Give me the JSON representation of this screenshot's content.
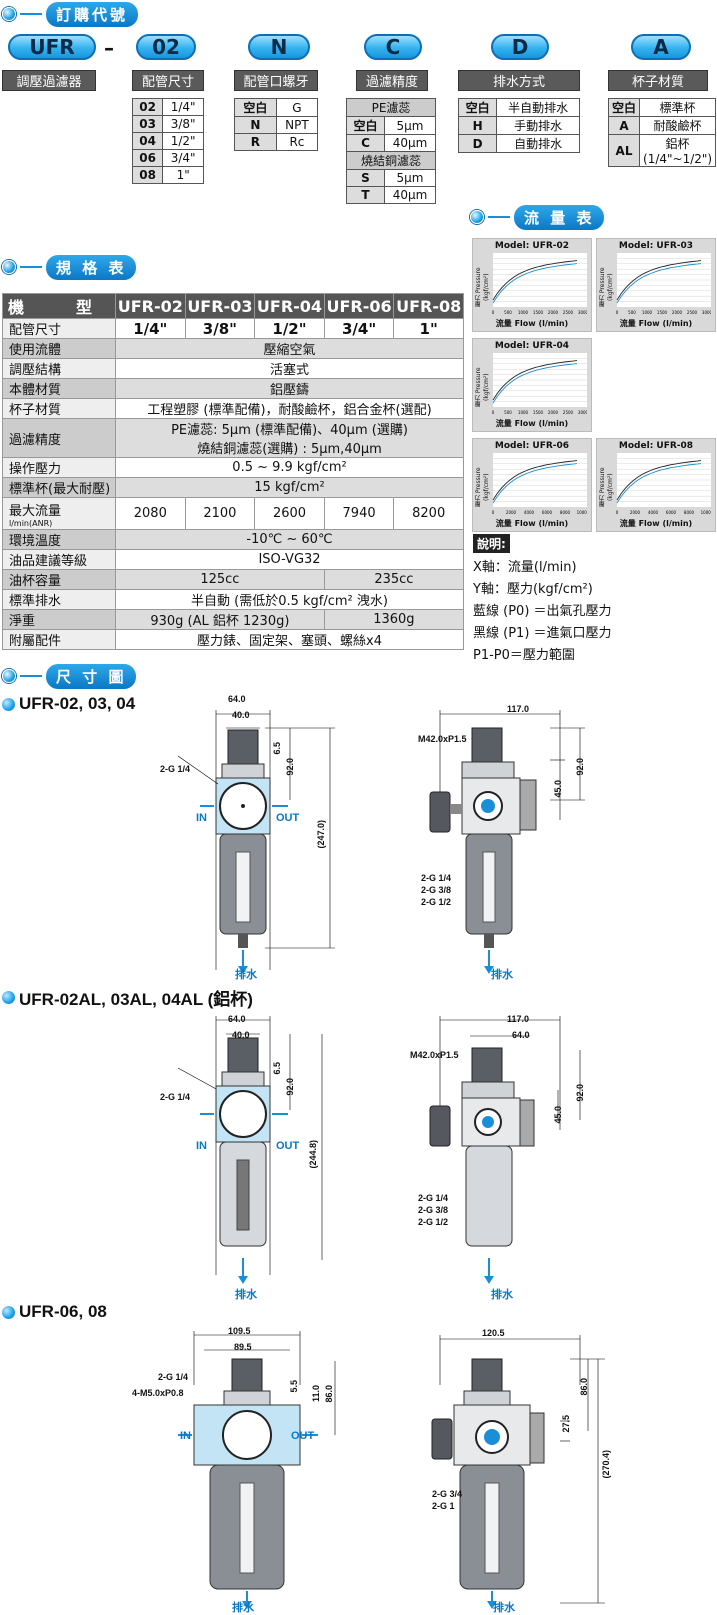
{
  "order_section": {
    "title": "訂購代號"
  },
  "order_codes": [
    {
      "code": "UFR",
      "label": "調壓過濾器"
    },
    {
      "code": "02",
      "label": "配管尺寸"
    },
    {
      "code": "N",
      "label": "配管口螺牙"
    },
    {
      "code": "C",
      "label": "過濾精度"
    },
    {
      "code": "D",
      "label": "排水方式"
    },
    {
      "code": "A",
      "label": "杯子材質"
    }
  ],
  "dash": "–",
  "pipe_size": [
    [
      "02",
      "1/4\""
    ],
    [
      "03",
      "3/8\""
    ],
    [
      "04",
      "1/2\""
    ],
    [
      "06",
      "3/4\""
    ],
    [
      "08",
      "1\""
    ]
  ],
  "thread": [
    [
      "空白",
      "G"
    ],
    [
      "N",
      "NPT"
    ],
    [
      "R",
      "Rc"
    ]
  ],
  "filter": {
    "pe_title": "PE濾蕊",
    "pe": [
      [
        "空白",
        "5μm"
      ],
      [
        "C",
        "40μm"
      ]
    ],
    "sint_title": "燒結銅濾蕊",
    "sint": [
      [
        "S",
        "5μm"
      ],
      [
        "T",
        "40μm"
      ]
    ]
  },
  "drain": [
    [
      "空白",
      "半自動排水"
    ],
    [
      "H",
      "手動排水"
    ],
    [
      "D",
      "自動排水"
    ]
  ],
  "bowl": [
    [
      "空白",
      "標準杯"
    ],
    [
      "A",
      "耐酸鹼杯"
    ],
    [
      "AL",
      "鋁杯\n(1/4\"~1/2\")"
    ]
  ],
  "flow_section": {
    "title": "流 量 表"
  },
  "spec_section": {
    "title": "規 格 表"
  },
  "spec": {
    "header": [
      "機　型",
      "UFR-02",
      "UFR-03",
      "UFR-04",
      "UFR-06",
      "UFR-08"
    ],
    "pipe_label": "配管尺寸",
    "pipe_values": [
      "1/4\"",
      "3/8\"",
      "1/2\"",
      "3/4\"",
      "1\""
    ],
    "fluid_label": "使用流體",
    "fluid": "壓縮空氣",
    "struct_label": "調壓結構",
    "struct": "活塞式",
    "body_label": "本體材質",
    "body": "鋁壓鑄",
    "cup_label": "杯子材質",
    "cup": "工程塑膠 (標準配備)，耐酸鹼杯，鋁合金杯(選配)",
    "filt_label": "過濾精度",
    "filt1": "PE濾蕊: 5μm (標準配備)、40μm (選購)",
    "filt2": "燒結銅濾蕊(選購) : 5μm,40μm",
    "op_label": "操作壓力",
    "op": "0.5 ~ 9.9 kgf/cm²",
    "std_label": "標準杯(最大耐壓)",
    "std": "15 kgf/cm²",
    "flow_label": "最大流量",
    "flow_sub": "l/min(ANR)",
    "flow_values": [
      "2080",
      "2100",
      "2600",
      "7940",
      "8200"
    ],
    "temp_label": "環境溫度",
    "temp": "-10℃ ~ 60℃",
    "oil_label": "油品建議等級",
    "oil": "ISO-VG32",
    "cap_label": "油杯容量",
    "cap1": "125cc",
    "cap2": "235cc",
    "drain_label": "標準排水",
    "drain": "半自動 (需低於0.5 kgf/cm² 洩水)",
    "weight_label": "淨重",
    "weight1": "930g (AL 鋁杯 1230g)",
    "weight2": "1360g",
    "acc_label": "附屬配件",
    "acc": "壓力錶、固定架、塞頭、螺絲x4"
  },
  "flow_charts": [
    {
      "title": "Model: UFR-02",
      "xlabel": "流量 Flow (l/min)",
      "ylabel": "壓力 Pressure (kgf/cm²)",
      "xticks": [
        "0",
        "500",
        "1000",
        "1500",
        "2000",
        "2500",
        "3000"
      ]
    },
    {
      "title": "Model: UFR-03",
      "xlabel": "流量 Flow (l/min)",
      "ylabel": "壓力 Pressure (kgf/cm²)",
      "xticks": [
        "0",
        "500",
        "1000",
        "1500",
        "2000",
        "2500",
        "3000"
      ]
    },
    {
      "title": "Model: UFR-04",
      "xlabel": "流量 Flow (l/min)",
      "ylabel": "壓力 Pressure (kgf/cm²)",
      "xticks": [
        "0",
        "500",
        "1000",
        "1500",
        "2000",
        "2500",
        "3000"
      ]
    },
    {
      "title": "Model: UFR-06",
      "xlabel": "流量 Flow (l/min)",
      "ylabel": "壓力 Pressure (kgf/cm²)",
      "xticks": [
        "0",
        "2000",
        "4000",
        "6000",
        "8000",
        "10000"
      ]
    },
    {
      "title": "Model: UFR-08",
      "xlabel": "流量 Flow (l/min)",
      "ylabel": "壓力 Pressure (kgf/cm²)",
      "xticks": [
        "0",
        "2000",
        "4000",
        "6000",
        "8000",
        "10000"
      ]
    }
  ],
  "notes": {
    "title": "說明:",
    "lines": [
      "X軸：流量(l/min)",
      "Y軸：壓力(kgf/cm²)",
      "藍線 (P0) ＝出氣孔壓力",
      "黑線 (P1) ＝進氣口壓力",
      "P1-P0＝壓力範圍"
    ]
  },
  "dim_section": {
    "title": "尺 寸 圖"
  },
  "models": [
    {
      "name": "UFR-02, 03, 04"
    },
    {
      "name": "UFR-02AL, 03AL, 04AL (鋁杯)"
    },
    {
      "name": "UFR-06, 08"
    }
  ],
  "dims": {
    "d1": {
      "w1": "64.0",
      "w2": "40.0",
      "h1": "6.5",
      "h2": "92.0",
      "h3": "(247.0)",
      "port": "2-G 1/4",
      "side_w": "117.0",
      "thread": "M42.0xP1.5",
      "side_h1": "45.0",
      "side_h2": "92.0",
      "ports": "2-G 1/4\n2-G 3/8\n2-G 1/2"
    },
    "d2": {
      "w1": "64.0",
      "w2": "40.0",
      "h1": "6.5",
      "h2": "92.0",
      "h3": "(244.8)",
      "port": "2-G 1/4",
      "side_w": "117.0",
      "side_w2": "64.0",
      "thread": "M42.0xP1.5",
      "side_h1": "45.0",
      "side_h2": "92.0",
      "ports": "2-G 1/4\n2-G 3/8\n2-G 1/2"
    },
    "d3": {
      "w1": "109.5",
      "w2": "89.5",
      "h1": "5.5",
      "h2": "11.0",
      "h3": "86.0",
      "port": "2-G 1/4",
      "screw": "4-M5.0xP0.8",
      "side_w": "120.5",
      "side_h1": "27.5",
      "side_h2": "86.0",
      "side_h3": "(270.4)",
      "ports": "2-G 3/4\n2-G 1"
    },
    "in": "IN",
    "out": "OUT",
    "drain": "排水"
  }
}
